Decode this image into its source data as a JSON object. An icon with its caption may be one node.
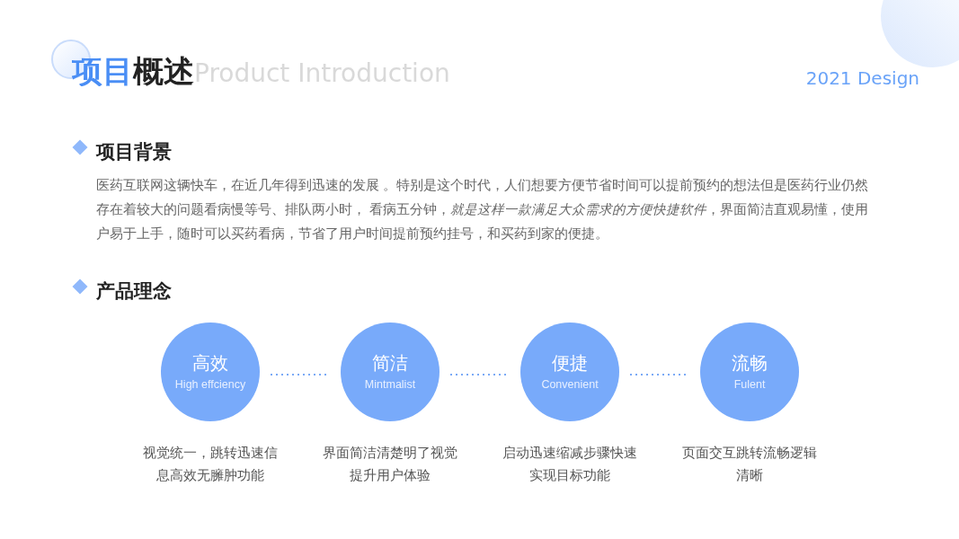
{
  "diagram": {
    "title": "项目概述",
    "nodes": [
      {
        "text": [
          "高效",
          "High effciency"
        ],
        "beside": [
          "视觉统一，跳转迅速信息高效无臃肿功能"
        ]
      },
      {
        "text": [
          "简洁",
          "Mintmalist"
        ],
        "beside": [
          "界面简洁清楚明了视觉提升用户体验"
        ]
      },
      {
        "text": [
          "便捷",
          "Convenient"
        ],
        "beside": [
          "启动迅速缩减步骤快速实现目标功能"
        ]
      },
      {
        "text": [
          "流畅",
          "Fulent"
        ],
        "beside": [
          "页面交互跳转流畅逻辑清晰"
        ]
      }
    ],
    "edges": [
      {
        "from": 0,
        "to": 1,
        "arrow": "none",
        "style": "dashed"
      },
      {
        "from": 1,
        "to": 2,
        "arrow": "none",
        "style": "dashed"
      },
      {
        "from": 2,
        "to": 3,
        "arrow": "none",
        "style": "dashed"
      }
    ],
    "labels": [
      "Product Introduction",
      "2021 Design",
      "项目背景",
      "医药互联网这辆快车，在近几年得到迅速的发展 。特别是这个时代，人们想要方便节省时间可以提前预约的想法但是医药行业仍然存在着较大的问题看病慢等号、排队两小时， 看病五分钟，*就是这样一款满足大众需求的方便快捷软件*，界面简洁直观易懂，使用户易于上手，随时可以买药看病，节省了用户时间提前预约挂号，和买药到家的便捷。",
      "产品理念"
    ]
  }
}
